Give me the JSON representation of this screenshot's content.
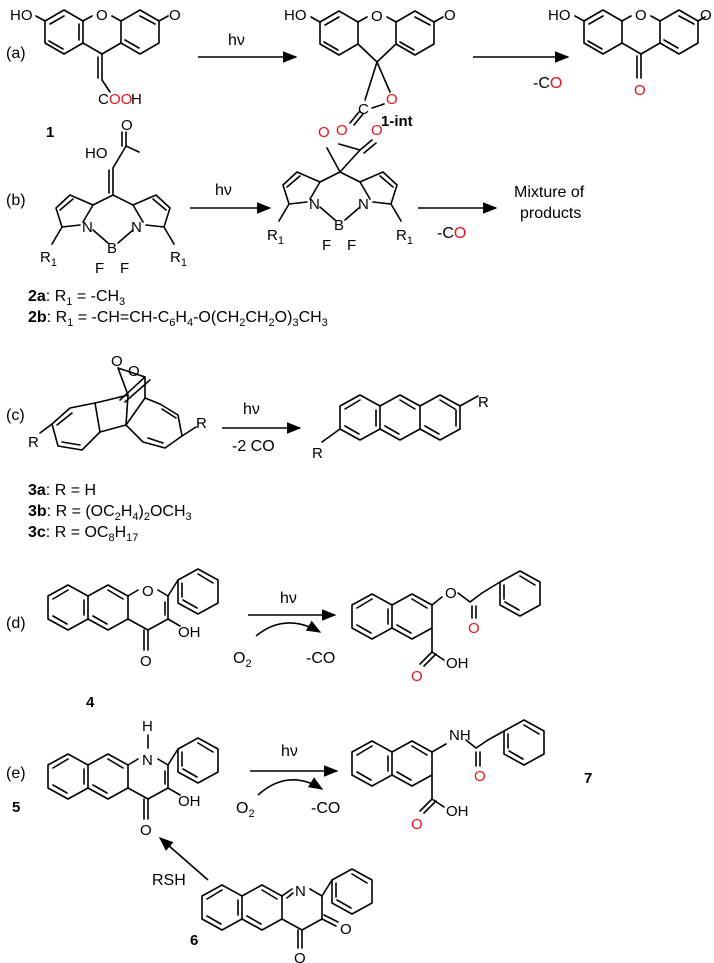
{
  "colors": {
    "ink": "#000000",
    "highlight": "#e8141b"
  },
  "rows": {
    "a": {
      "letter": "(a)",
      "compound": "1",
      "intermediate": "1-int",
      "step1": "hν",
      "step2": "-CO",
      "atoms": {
        "ho": "HO",
        "o": "O",
        "cooh_co": "CO",
        "cooh_oo": "OO",
        "cooh_h": "H",
        "c": "C"
      }
    },
    "b": {
      "letter": "(b)",
      "step1": "hν",
      "step2_pre": "-C",
      "step2_o": "O",
      "product_line1": "Mixture of",
      "product_line2": "products",
      "atoms": {
        "ho": "HO",
        "n": "N",
        "b": "B",
        "f": "F",
        "r": "R",
        "r_sub": "1",
        "o": "O"
      },
      "def_2a_label": "2a",
      "def_2a_text": ": R",
      "def_2a_sub": "1",
      "def_2a_rest": " = -CH",
      "def_2a_sub2": "3",
      "def_2b_label": "2b",
      "def_2b_parts": [
        ": R",
        "1",
        " = -CH=CH-C",
        "6",
        "H",
        "4",
        "-O(CH",
        "2",
        "CH",
        "2",
        "O)",
        "3",
        "CH",
        "3"
      ]
    },
    "c": {
      "letter": "(c)",
      "step1": "hν",
      "step2": "-2 CO",
      "atoms": {
        "o": "O",
        "r": "R"
      },
      "defs": [
        {
          "label": "3a",
          "parts": [
            ": R = H"
          ]
        },
        {
          "label": "3b",
          "parts": [
            ": R = (OC",
            "2",
            "H",
            "4",
            ")",
            "2",
            "OCH",
            "3"
          ]
        },
        {
          "label": "3c",
          "parts": [
            ": R = OC",
            "8",
            "H",
            "17"
          ]
        }
      ]
    },
    "d": {
      "letter": "(d)",
      "compound": "4",
      "step1": "hν",
      "reagent": "O",
      "reagent_sub": "2",
      "loss": "-CO",
      "atoms": {
        "o": "O",
        "oh": "OH"
      }
    },
    "e": {
      "letter": "(e)",
      "compound": "5",
      "compound_product": "7",
      "compound_precursor": "6",
      "step1": "hν",
      "reagent": "O",
      "reagent_sub": "2",
      "loss": "-CO",
      "reductant": "RSH",
      "atoms": {
        "h": "H",
        "n": "N",
        "nh": "NH",
        "o": "O",
        "oh": "OH"
      }
    }
  }
}
